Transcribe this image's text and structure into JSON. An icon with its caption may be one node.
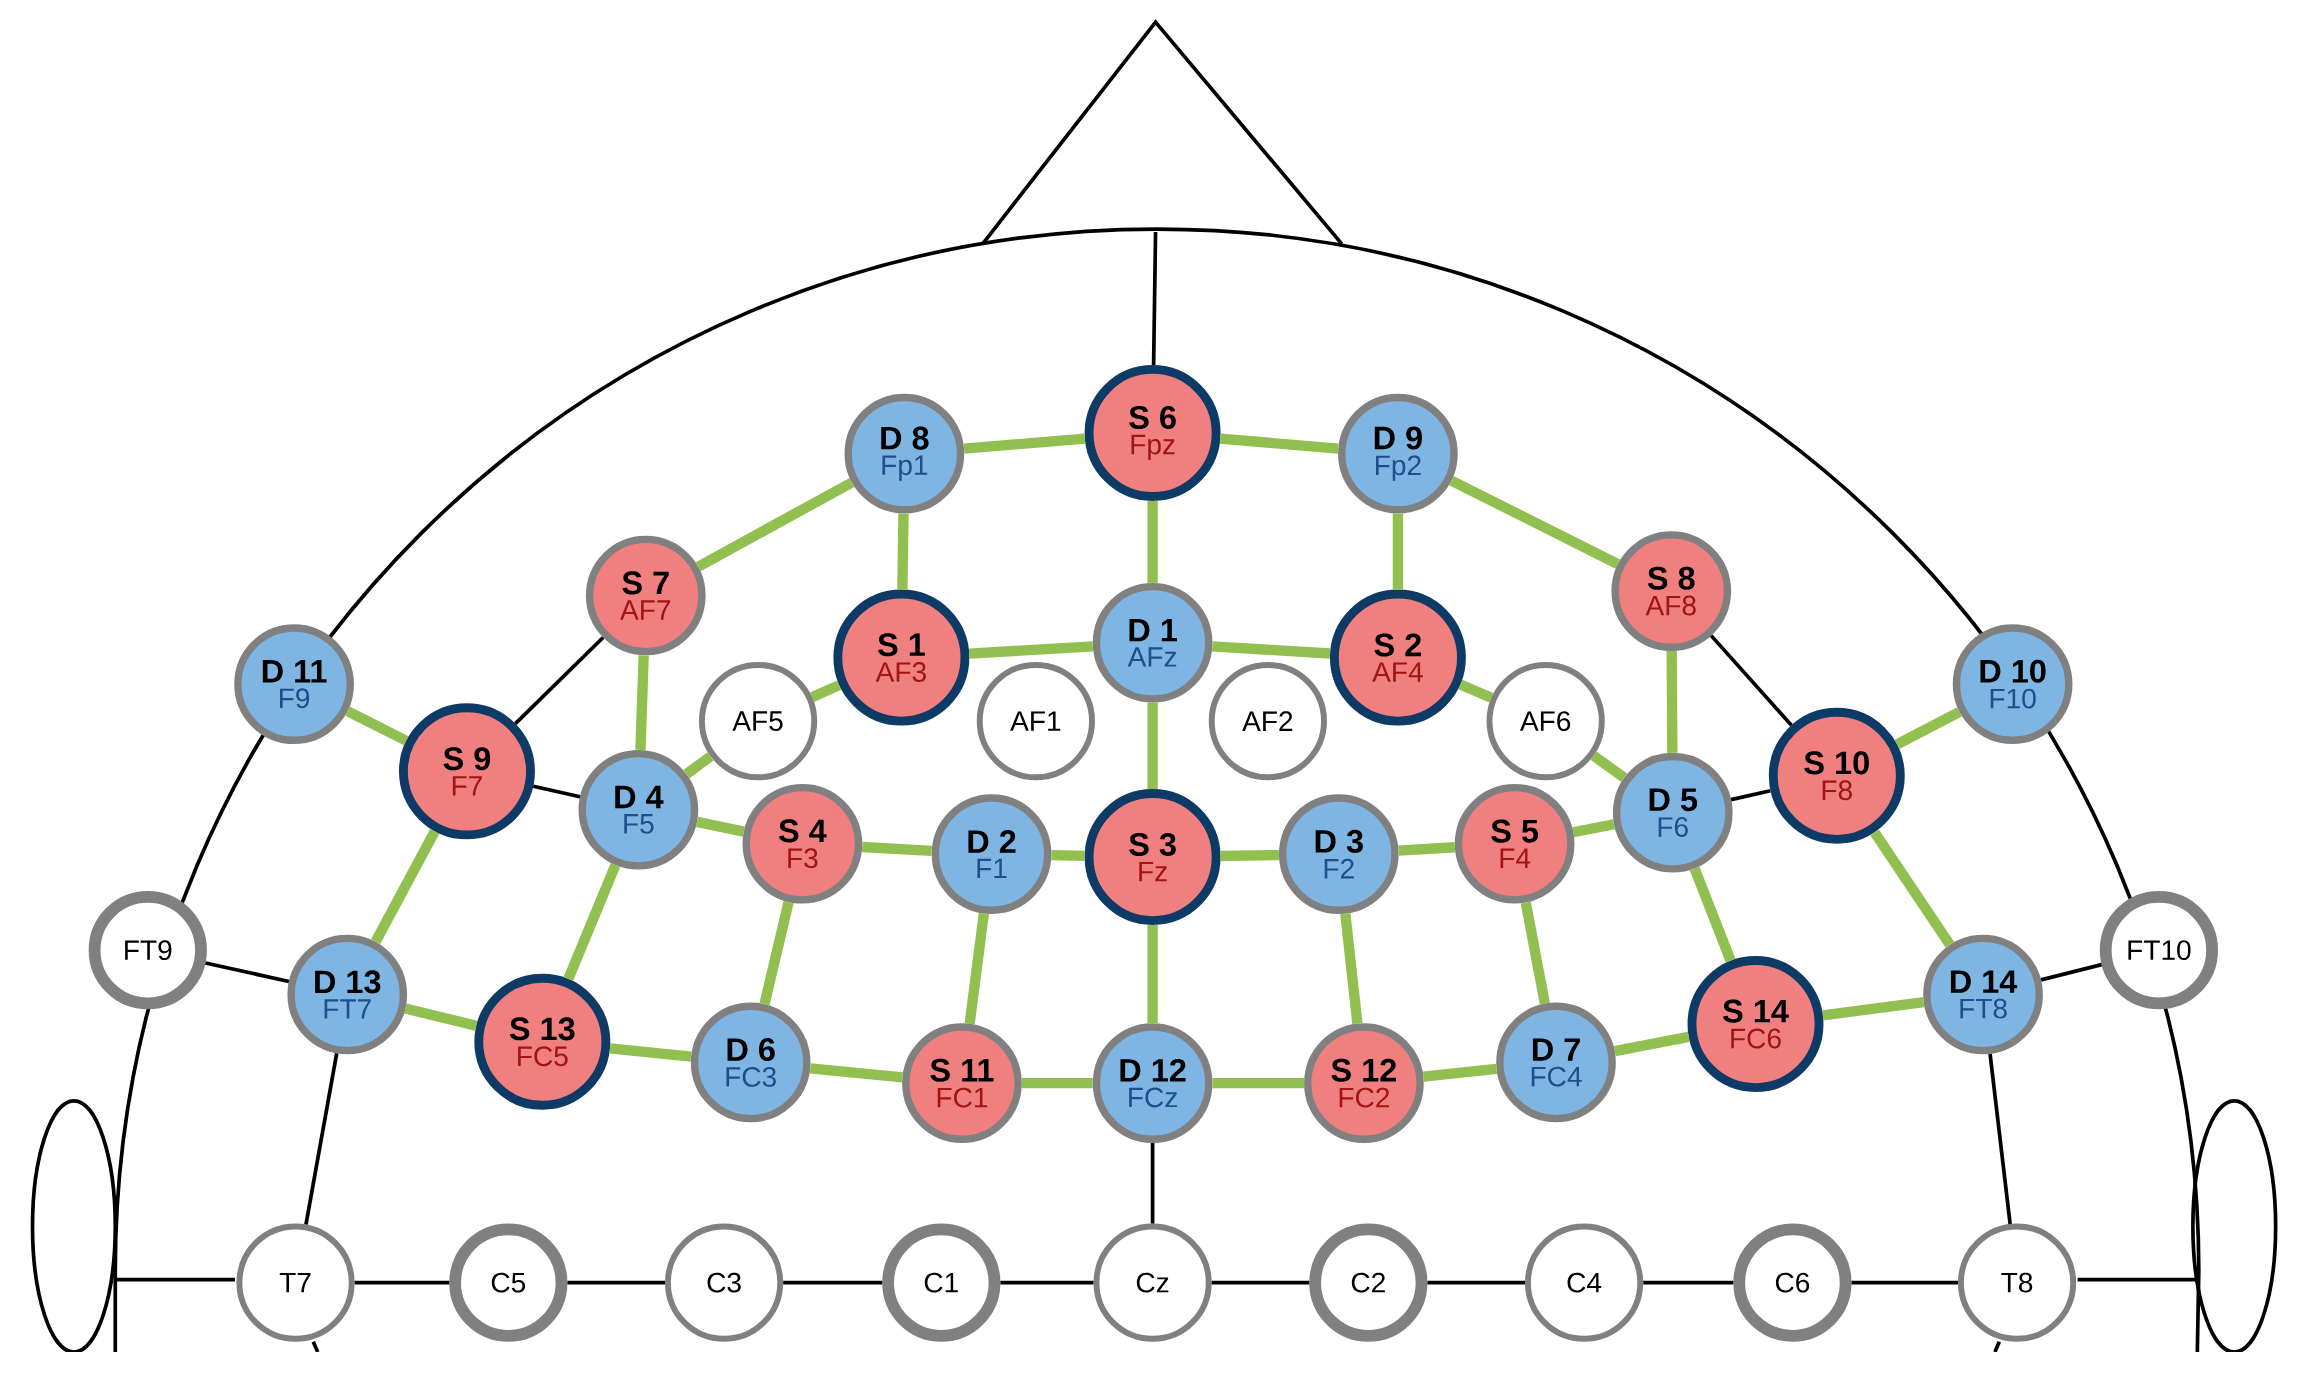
{
  "diagram": {
    "nodes": [
      {
        "text": [
          "S 6",
          "Fpz"
        ]
      },
      {
        "text": [
          "D 8",
          "Fp1"
        ]
      },
      {
        "text": [
          "D 9",
          "Fp2"
        ]
      },
      {
        "text": [
          "S 7",
          "AF7"
        ]
      },
      {
        "text": [
          "S 1",
          "AF3"
        ]
      },
      {
        "text": [
          "D 1",
          "AFz"
        ]
      },
      {
        "text": [
          "S 2",
          "AF4"
        ]
      },
      {
        "text": [
          "S 8",
          "AF8"
        ]
      },
      {
        "text": [
          "D 11",
          "F9"
        ]
      },
      {
        "text": [
          "D 10",
          "F10"
        ]
      },
      {
        "text": [
          "AF5"
        ]
      },
      {
        "text": [
          "AF1"
        ]
      },
      {
        "text": [
          "AF2"
        ]
      },
      {
        "text": [
          "AF6"
        ]
      },
      {
        "text": [
          "S 9",
          "F7"
        ]
      },
      {
        "text": [
          "D 4",
          "F5"
        ]
      },
      {
        "text": [
          "S 4",
          "F3"
        ]
      },
      {
        "text": [
          "D 2",
          "F1"
        ]
      },
      {
        "text": [
          "S 3",
          "Fz"
        ]
      },
      {
        "text": [
          "D 3",
          "F2"
        ]
      },
      {
        "text": [
          "S 5",
          "F4"
        ]
      },
      {
        "text": [
          "D 5",
          "F6"
        ]
      },
      {
        "text": [
          "S 10",
          "F8"
        ]
      },
      {
        "text": [
          "FT9"
        ]
      },
      {
        "text": [
          "D 13",
          "FT7"
        ]
      },
      {
        "text": [
          "S 13",
          "FC5"
        ]
      },
      {
        "text": [
          "D 6",
          "FC3"
        ]
      },
      {
        "text": [
          "S 11",
          "FC1"
        ]
      },
      {
        "text": [
          "D 12",
          "FCz"
        ]
      },
      {
        "text": [
          "S 12",
          "FC2"
        ]
      },
      {
        "text": [
          "D 7",
          "FC4"
        ]
      },
      {
        "text": [
          "S 14",
          "FC6"
        ]
      },
      {
        "text": [
          "D 14",
          "FT8"
        ]
      },
      {
        "text": [
          "FT10"
        ]
      },
      {
        "text": [
          "T7"
        ]
      },
      {
        "text": [
          "C5"
        ]
      },
      {
        "text": [
          "C3"
        ]
      },
      {
        "text": [
          "C1"
        ]
      },
      {
        "text": [
          "Cz"
        ]
      },
      {
        "text": [
          "C2"
        ]
      },
      {
        "text": [
          "C4"
        ]
      },
      {
        "text": [
          "C6"
        ]
      },
      {
        "text": [
          "T8"
        ]
      }
    ],
    "edges": [
      {
        "from": 1,
        "to": 0,
        "arrow": "none"
      },
      {
        "from": 0,
        "to": 2,
        "arrow": "none"
      },
      {
        "from": 1,
        "to": 3,
        "arrow": "none"
      },
      {
        "from": 1,
        "to": 4,
        "arrow": "none"
      },
      {
        "from": 0,
        "to": 5,
        "arrow": "none"
      },
      {
        "from": 2,
        "to": 6,
        "arrow": "none"
      },
      {
        "from": 2,
        "to": 7,
        "arrow": "none"
      },
      {
        "from": 4,
        "to": 5,
        "arrow": "none"
      },
      {
        "from": 5,
        "to": 6,
        "arrow": "none"
      },
      {
        "from": 4,
        "to": 10,
        "arrow": "none"
      },
      {
        "from": 10,
        "to": 15,
        "arrow": "none"
      },
      {
        "from": 6,
        "to": 13,
        "arrow": "none"
      },
      {
        "from": 13,
        "to": 21,
        "arrow": "none"
      },
      {
        "from": 8,
        "to": 14,
        "arrow": "none"
      },
      {
        "from": 3,
        "to": 15,
        "arrow": "none"
      },
      {
        "from": 5,
        "to": 18,
        "arrow": "none"
      },
      {
        "from": 14,
        "to": 24,
        "arrow": "none"
      },
      {
        "from": 15,
        "to": 16,
        "arrow": "none"
      },
      {
        "from": 16,
        "to": 17,
        "arrow": "none"
      },
      {
        "from": 17,
        "to": 18,
        "arrow": "none"
      },
      {
        "from": 18,
        "to": 19,
        "arrow": "none"
      },
      {
        "from": 19,
        "to": 20,
        "arrow": "none"
      },
      {
        "from": 20,
        "to": 21,
        "arrow": "none"
      },
      {
        "from": 7,
        "to": 21,
        "arrow": "none"
      },
      {
        "from": 22,
        "to": 9,
        "arrow": "none"
      },
      {
        "from": 15,
        "to": 25,
        "arrow": "none"
      },
      {
        "from": 16,
        "to": 26,
        "arrow": "none"
      },
      {
        "from": 17,
        "to": 27,
        "arrow": "none"
      },
      {
        "from": 18,
        "to": 28,
        "arrow": "none"
      },
      {
        "from": 19,
        "to": 29,
        "arrow": "none"
      },
      {
        "from": 20,
        "to": 30,
        "arrow": "none"
      },
      {
        "from": 21,
        "to": 31,
        "arrow": "none"
      },
      {
        "from": 22,
        "to": 32,
        "arrow": "none"
      },
      {
        "from": 24,
        "to": 25,
        "arrow": "none"
      },
      {
        "from": 25,
        "to": 26,
        "arrow": "none"
      },
      {
        "from": 26,
        "to": 27,
        "arrow": "none"
      },
      {
        "from": 27,
        "to": 28,
        "arrow": "none"
      },
      {
        "from": 28,
        "to": 29,
        "arrow": "none"
      },
      {
        "from": 29,
        "to": 30,
        "arrow": "none"
      },
      {
        "from": 30,
        "to": 31,
        "arrow": "none"
      },
      {
        "from": 31,
        "to": 32,
        "arrow": "none"
      },
      {
        "from": 3,
        "to": 14,
        "arrow": "none",
        "color": "#000000"
      },
      {
        "from": 14,
        "to": 15,
        "arrow": "none",
        "color": "#000000"
      },
      {
        "from": 7,
        "to": 22,
        "arrow": "none",
        "color": "#000000"
      },
      {
        "from": 21,
        "to": 22,
        "arrow": "none",
        "color": "#000000"
      },
      {
        "from": 23,
        "to": 24,
        "arrow": "none",
        "color": "#000000"
      },
      {
        "from": 32,
        "to": 33,
        "arrow": "none",
        "color": "#000000"
      },
      {
        "from": 24,
        "to": 34,
        "arrow": "none",
        "color": "#000000"
      },
      {
        "from": 32,
        "to": 42,
        "arrow": "none",
        "color": "#000000"
      },
      {
        "from": 28,
        "to": 38,
        "arrow": "none",
        "color": "#000000"
      },
      {
        "from": 34,
        "to": 35,
        "arrow": "none",
        "color": "#000000"
      },
      {
        "from": 35,
        "to": 36,
        "arrow": "none",
        "color": "#000000"
      },
      {
        "from": 36,
        "to": 37,
        "arrow": "none",
        "color": "#000000"
      },
      {
        "from": 37,
        "to": 38,
        "arrow": "none",
        "color": "#000000"
      },
      {
        "from": 38,
        "to": 39,
        "arrow": "none",
        "color": "#000000"
      },
      {
        "from": 39,
        "to": 40,
        "arrow": "none",
        "color": "#000000"
      },
      {
        "from": 40,
        "to": 41,
        "arrow": "none",
        "color": "#000000"
      },
      {
        "from": 41,
        "to": 42,
        "arrow": "none",
        "color": "#000000"
      },
      {
        "from": null,
        "to": 0,
        "arrow": "none",
        "color": "#000000"
      }
    ]
  }
}
